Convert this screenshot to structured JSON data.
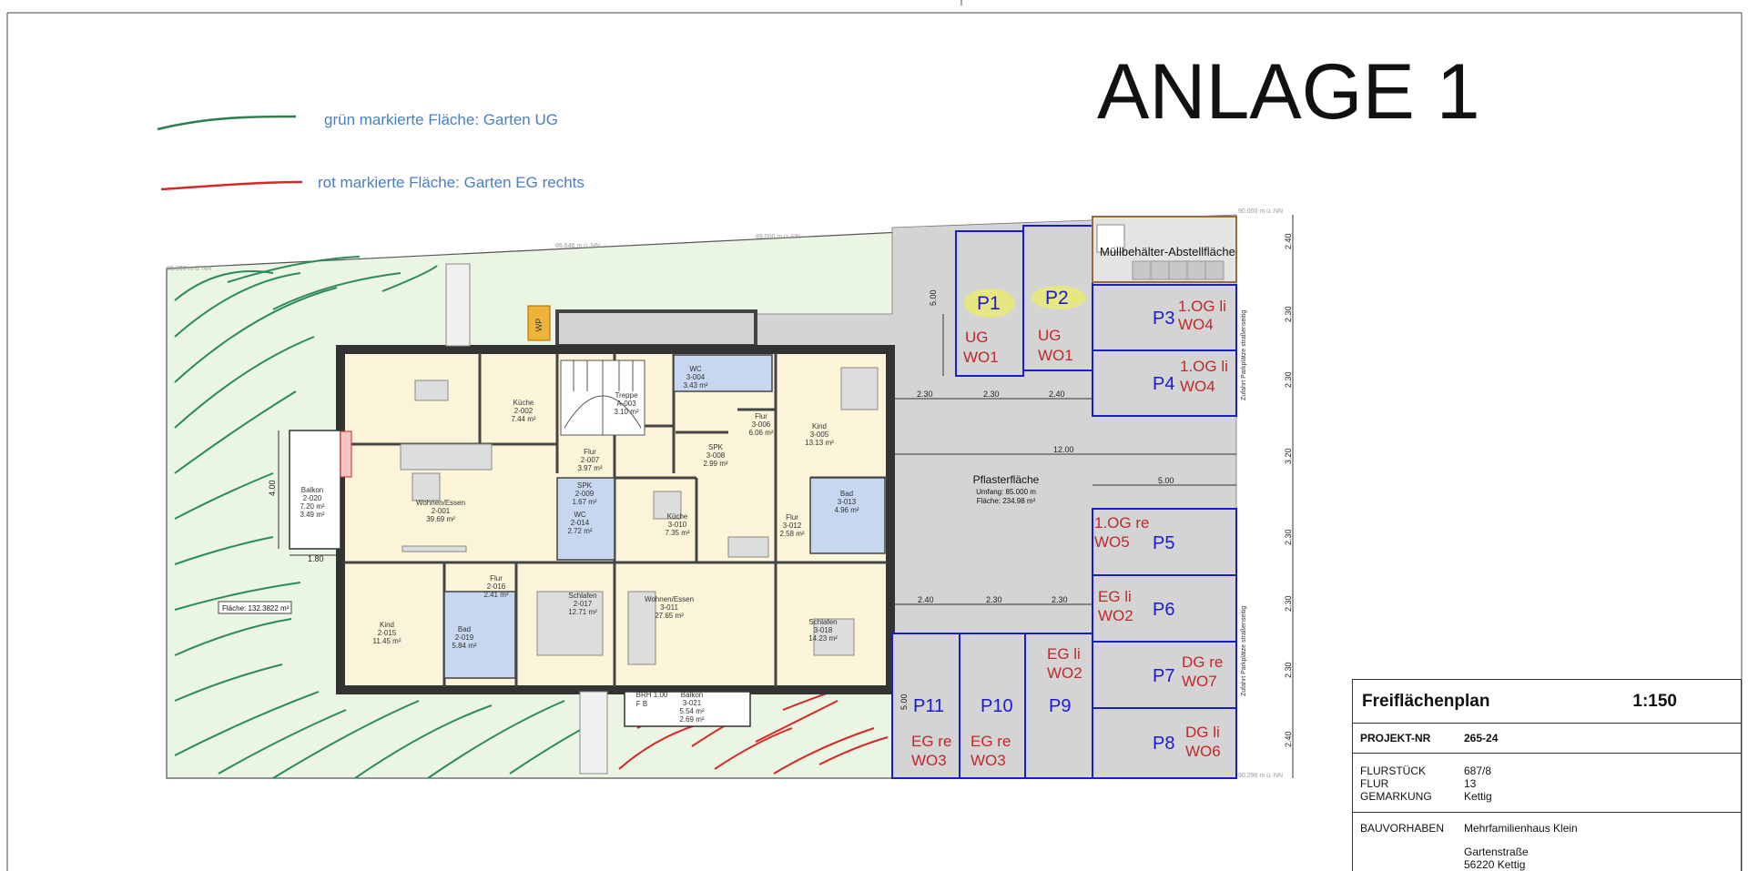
{
  "anlage_title": "ANLAGE 1",
  "legend": [
    {
      "text": "grün markierte Fläche: Garten UG",
      "color": "#2e7d4f"
    },
    {
      "text": "rot markierte Fläche: Garten EG rechts",
      "color": "#d62828"
    }
  ],
  "colors": {
    "label_blue": "#4a7fc1",
    "parking_blue": "#1a1ad6",
    "owner_red": "#c0282b",
    "garden_fill": "#eaf5e4",
    "paving_fill": "#d4d4d4",
    "highlight": "#e8e87a",
    "bin_border": "#9a6a3a"
  },
  "areas": {
    "paving": {
      "name": "Pflasterfläche",
      "umfang": "Umfang: 85.000 m",
      "flaeche": "Fläche: 234.98 m²"
    },
    "garden_area": "Fläche: 132.3822 m²",
    "bins": "Müllbehälter-Abstellfläche",
    "wp": "WP"
  },
  "parking": [
    {
      "id": "P1",
      "owner": [
        "UG",
        "WO1"
      ]
    },
    {
      "id": "P2",
      "owner": [
        "UG",
        "WO1"
      ]
    },
    {
      "id": "P3",
      "owner": [
        "1.OG li",
        "WO4"
      ]
    },
    {
      "id": "P4",
      "owner": [
        "1.OG li",
        "WO4"
      ]
    },
    {
      "id": "P5",
      "owner": [
        "1.OG re",
        "WO5"
      ]
    },
    {
      "id": "P6",
      "owner": [
        "EG li",
        "WO2"
      ]
    },
    {
      "id": "P7",
      "owner": [
        "DG re",
        "WO7"
      ]
    },
    {
      "id": "P8",
      "owner": [
        "DG li",
        "WO6"
      ]
    },
    {
      "id": "P9",
      "owner": [
        "EG li",
        "WO2"
      ]
    },
    {
      "id": "P10",
      "owner": [
        "EG re",
        "WO3"
      ]
    },
    {
      "id": "P11",
      "owner": [
        "EG re",
        "WO3"
      ]
    }
  ],
  "rooms": [
    {
      "name": "Küche",
      "code": "2-002",
      "area": "7.44 m²"
    },
    {
      "name": "Treppe",
      "code": "A-003",
      "area": "3.10 m²"
    },
    {
      "name": "WC",
      "code": "3-004",
      "area": "3.43 m²"
    },
    {
      "name": "Flur",
      "code": "3-006",
      "area": "6.06 m²"
    },
    {
      "name": "Kind",
      "code": "3-005",
      "area": "13.13 m²"
    },
    {
      "name": "Flur",
      "code": "2-007",
      "area": "3.97 m²"
    },
    {
      "name": "SPK",
      "code": "3-008",
      "area": "2.99 m²"
    },
    {
      "name": "Wohnen/Essen",
      "code": "2-001",
      "area": "39.69 m²"
    },
    {
      "name": "SPK",
      "code": "2-009",
      "area": "1.67 m²"
    },
    {
      "name": "WC",
      "code": "2-014",
      "area": "2.72 m²"
    },
    {
      "name": "Küche",
      "code": "3-010",
      "area": "7.35 m²"
    },
    {
      "name": "Bad",
      "code": "3-013",
      "area": "4.96 m²"
    },
    {
      "name": "Flur",
      "code": "3-012",
      "area": "2.58 m²"
    },
    {
      "name": "Balkon",
      "code": "2-020",
      "area": "7.20 m²",
      "extra": "3.49 m²"
    },
    {
      "name": "Flur",
      "code": "2-016",
      "area": "2.41 m²"
    },
    {
      "name": "Kind",
      "code": "2-015",
      "area": "11.45 m²"
    },
    {
      "name": "Bad",
      "code": "2-019",
      "area": "5.84 m²"
    },
    {
      "name": "Schlafen",
      "code": "2-017",
      "area": "12.71 m²"
    },
    {
      "name": "Wohnen/Essen",
      "code": "3-011",
      "area": "27.65 m²"
    },
    {
      "name": "Schlafen",
      "code": "3-018",
      "area": "14.23 m²"
    },
    {
      "name": "Balkon",
      "code": "3-021",
      "area": "5.54 m²",
      "extra": "2.69 m²"
    }
  ],
  "dims": {
    "row_widths": [
      "2.30",
      "2.30",
      "2.40"
    ],
    "row_widths_2": [
      "2.40",
      "2.30",
      "2.30"
    ],
    "right_side": [
      "2.40",
      "2.30",
      "2.30",
      "3.20",
      "2.30",
      "2.30",
      "2.30",
      "2.40"
    ],
    "pave_width": "12.00",
    "pave_right": "5.00",
    "p1_depth": "5.00",
    "p11_depth": "5.00",
    "balkon_depth": "4.00",
    "balkon_width": "1.80",
    "brh": "BRH 1.00",
    "fb": "F B"
  },
  "elevations": [
    "90.000 m ü. NN",
    "90.296 m ü. NN",
    "86.646 m ü. NN",
    "89.000 m ü. NN",
    "86.300 m ü. NN"
  ],
  "street_note": "Zufahrt Parkplätze straßenseitig",
  "titleblock": {
    "title": "Freiflächenplan",
    "scale": "1:150",
    "projekt_label": "PROJEKT-NR",
    "projekt_value": "265-24",
    "flurstueck_label": "FLURSTÜCK",
    "flur_label": "FLUR",
    "gemarkung_label": "GEMARKUNG",
    "flurstueck_value": "687/8",
    "flur_value": "13",
    "gemarkung_value": "Kettig",
    "bauvorhaben_label": "BAUVORHABEN",
    "bauvorhaben_value": "Mehrfamilienhaus Klein",
    "street": "Gartenstraße",
    "city": "56220 Kettig"
  }
}
